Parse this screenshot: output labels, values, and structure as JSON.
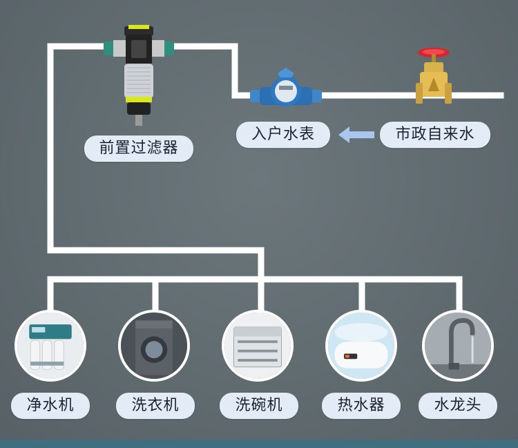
{
  "source_label": "市政自来水",
  "meter_label": "入户水表",
  "filter_label": "前置过滤器",
  "appliances": [
    {
      "label": "净水机",
      "icon": "water-purifier-icon"
    },
    {
      "label": "洗衣机",
      "icon": "washing-machine-icon"
    },
    {
      "label": "洗碗机",
      "icon": "dishwasher-icon"
    },
    {
      "label": "热水器",
      "icon": "water-heater-icon"
    },
    {
      "label": "水龙头",
      "icon": "faucet-icon"
    }
  ],
  "flow_arrow": "arrow-left-icon",
  "colors": {
    "pipe": "#ffffff",
    "label_bg": "#e3ebf7",
    "arrow": "#a9c6ee"
  }
}
